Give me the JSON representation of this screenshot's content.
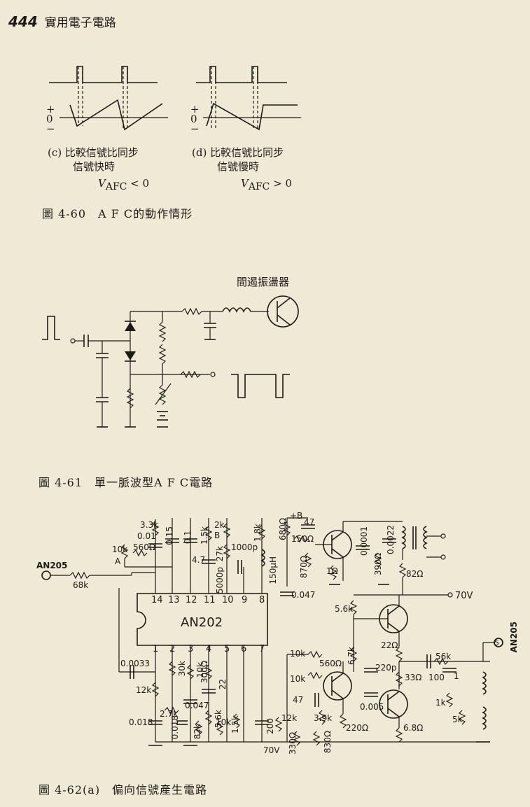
{
  "header": {
    "page_number": "444",
    "running_title": "實用電子電路"
  },
  "fig_4_60": {
    "caption": "圖 4-60　A F C的動作情形",
    "plus": "+",
    "zero": "0",
    "minus": "−",
    "plus_d": "+",
    "zero_d": "0",
    "minus_d": "−",
    "panel_c": {
      "line1": "(c)  比較信號比同步",
      "line2": "信號快時",
      "condition": "V",
      "condition_sub": "AFC",
      "condition_rel": " < 0"
    },
    "panel_d": {
      "line1": "(d)  比較信號比同步",
      "line2": "信號慢時",
      "condition": "V",
      "condition_sub": "AFC",
      "condition_rel": " > 0"
    }
  },
  "fig_4_61": {
    "caption": "圖 4-61　單一脈波型A F C電路",
    "oscillator_label": "間遏振盪器"
  },
  "fig_4_62": {
    "caption": "圖 4-62(a)　偏向信號產生電路",
    "ic_name": "AN202",
    "top_pins": [
      "14",
      "13",
      "12",
      "11",
      "10",
      "9",
      "8"
    ],
    "bottom_pins": [
      "1",
      "2",
      "3",
      "4",
      "5",
      "6",
      "7"
    ],
    "labels": {
      "an205_left": "AN205",
      "an205_right": "AN205",
      "r_68k": "68k",
      "r_10k_a": "10k",
      "label_a": "A",
      "r_560": "560Ω",
      "r_3_3k": "3.3k",
      "c_001": "0.01",
      "c_015": "0.15",
      "c_01": "0.1",
      "r_1_5k": "1.5k",
      "r_2k": "2k",
      "label_b": "B",
      "r_27k": "27k",
      "c_4_7": "4.7",
      "c_1000p": "1000p",
      "c_5000p": "5000p",
      "r_1_8k": "1.8k",
      "l_150uh": "150μH",
      "r_680": "680Ω",
      "plus_b": "+B",
      "c_47": "47",
      "r_150": "150Ω",
      "r_870": "870Ω",
      "r_1": "1Ω",
      "c_0001": "0.0001",
      "r_390": "390Ω",
      "c_00022": "0.0022",
      "r_82": "82Ω",
      "c_047_top": "0.047",
      "v_70": "70V",
      "r_5_6k": "5.6k",
      "r_22": "22Ω",
      "r_56k": "56k",
      "c_100": "100",
      "c_00033": "0.0033",
      "r_12k": "12k",
      "r_30k": "30k",
      "r_10k_b": "10k",
      "r_300": "300Ω",
      "c_22": "22",
      "r_2_7k": "2.7k",
      "c_0047": "0.047",
      "r_5_6k_b": "5.6k",
      "c_0018": "0.018",
      "c_0018_b": "0.018",
      "r_82k": "82k",
      "r_10k_c": "10k",
      "r_1_5k_b": "1.5k",
      "c_200": "200",
      "r_12k_b": "12k",
      "v_70_b": "70V",
      "r_10k_d": "10k",
      "r_10k_e": "10k",
      "r_560_b": "560Ω",
      "r_6_7k": "6.7k",
      "c_47_b": "47",
      "r_3_9k": "3.9k",
      "r_330": "330Ω",
      "r_830": "830Ω",
      "r_220": "220Ω",
      "c_220p": "220p",
      "c_0005": "0.005",
      "r_33": "33Ω",
      "r_6_8": "6.8Ω",
      "c_1": "1",
      "r_1k": "1k",
      "r_5k": "5k",
      "node_5": "5"
    }
  }
}
